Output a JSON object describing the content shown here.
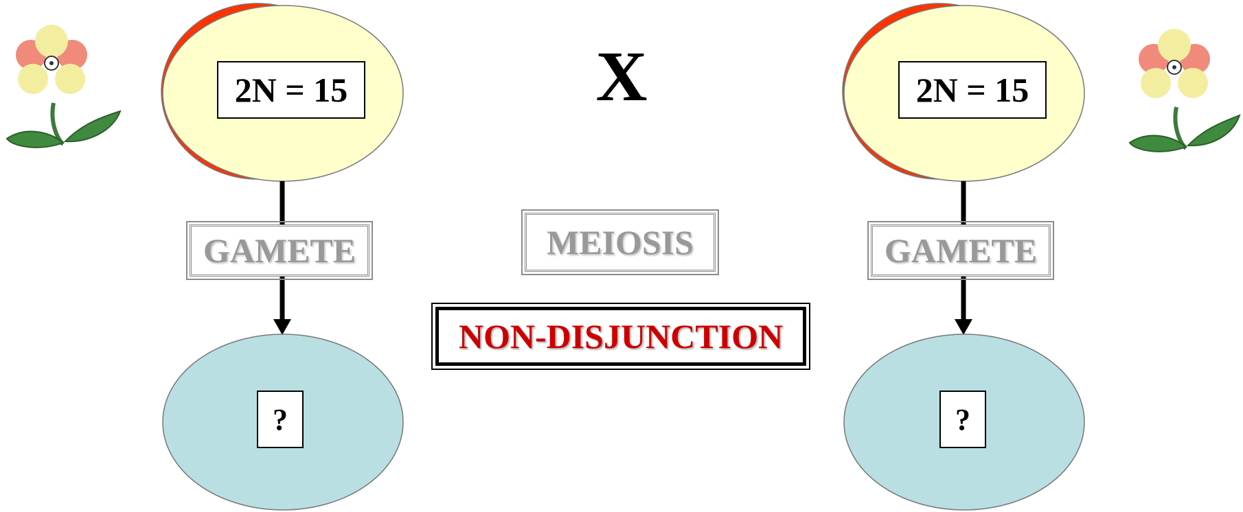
{
  "colors": {
    "crescent": "#ff3300",
    "parent_cell": "#ffffcc",
    "gamete_cell": "#b9dfe3",
    "gamete_text": "#999999",
    "nondisjunction_text": "#cc0000"
  },
  "left_parent": {
    "chromosome_label": "2N = 15",
    "gamete_label": "GAMETE",
    "offspring_label": "?"
  },
  "right_parent": {
    "chromosome_label": "2N = 15",
    "gamete_label": "GAMETE",
    "offspring_label": "?"
  },
  "cross_symbol": "X",
  "process_label": "MEIOSIS",
  "event_label": "NON-DISJUNCTION",
  "icons": [
    "flower-icon",
    "flower-icon"
  ]
}
